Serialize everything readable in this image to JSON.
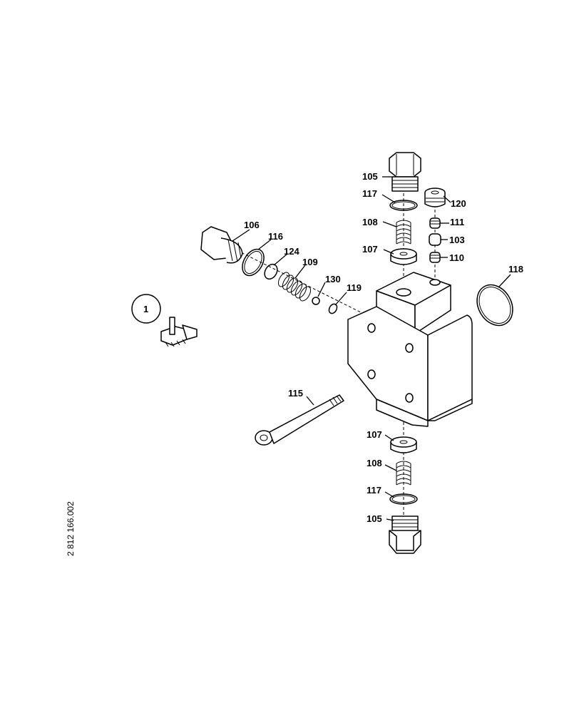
{
  "drawing_number": "2 812 166.002",
  "callouts": {
    "c105_top": "105",
    "c117_top": "117",
    "c120": "120",
    "c111": "111",
    "c108_top": "108",
    "c103": "103",
    "c107_top": "107",
    "c110": "110",
    "c118": "118",
    "c106": "106",
    "c116": "116",
    "c124": "124",
    "c109": "109",
    "c130": "130",
    "c119": "119",
    "c1": "1",
    "c115": "115",
    "c107_bot": "107",
    "c108_bot": "108",
    "c117_bot": "117",
    "c105_bot": "105"
  }
}
